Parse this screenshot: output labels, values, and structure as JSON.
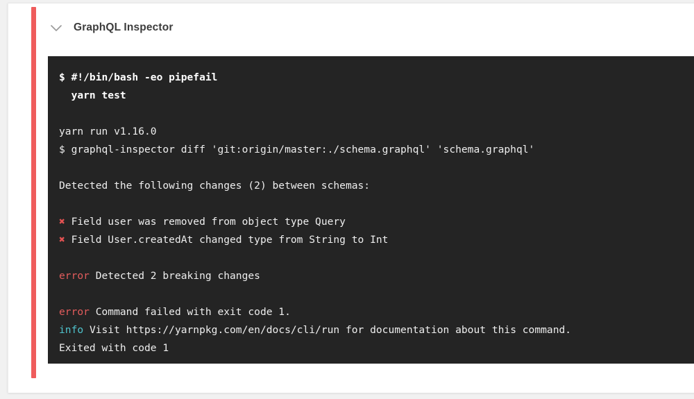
{
  "page": {
    "background_color": "#f1f1f1",
    "card_background": "#ffffff",
    "accent_color": "#ef5c5c"
  },
  "header": {
    "collapse_icon": "chevron-down-icon",
    "title": "GraphQL Inspector"
  },
  "terminal": {
    "background_color": "#242424",
    "text_color": "#eeeeee",
    "error_color": "#e25c5c",
    "info_color": "#4fc3cd",
    "cross_glyph": "✖",
    "lines": [
      {
        "type": "command",
        "text": "$ #!/bin/bash -eo pipefail"
      },
      {
        "type": "command",
        "text": "  yarn test"
      },
      {
        "type": "blank",
        "text": ""
      },
      {
        "type": "plain",
        "text": "yarn run v1.16.0"
      },
      {
        "type": "plain",
        "text": "$ graphql-inspector diff 'git:origin/master:./schema.graphql' 'schema.graphql'"
      },
      {
        "type": "blank",
        "text": ""
      },
      {
        "type": "plain",
        "text": "Detected the following changes (2) between schemas:"
      },
      {
        "type": "blank",
        "text": ""
      },
      {
        "type": "change",
        "marker": "✖",
        "text": " Field user was removed from object type Query"
      },
      {
        "type": "change",
        "marker": "✖",
        "text": " Field User.createdAt changed type from String to Int"
      },
      {
        "type": "blank",
        "text": ""
      },
      {
        "type": "error",
        "label": "error",
        "text": " Detected 2 breaking changes"
      },
      {
        "type": "blank",
        "text": ""
      },
      {
        "type": "error",
        "label": "error",
        "text": " Command failed with exit code 1."
      },
      {
        "type": "info",
        "label": "info",
        "text": " Visit https://yarnpkg.com/en/docs/cli/run for documentation about this command."
      },
      {
        "type": "plain",
        "text": "Exited with code 1"
      }
    ]
  }
}
